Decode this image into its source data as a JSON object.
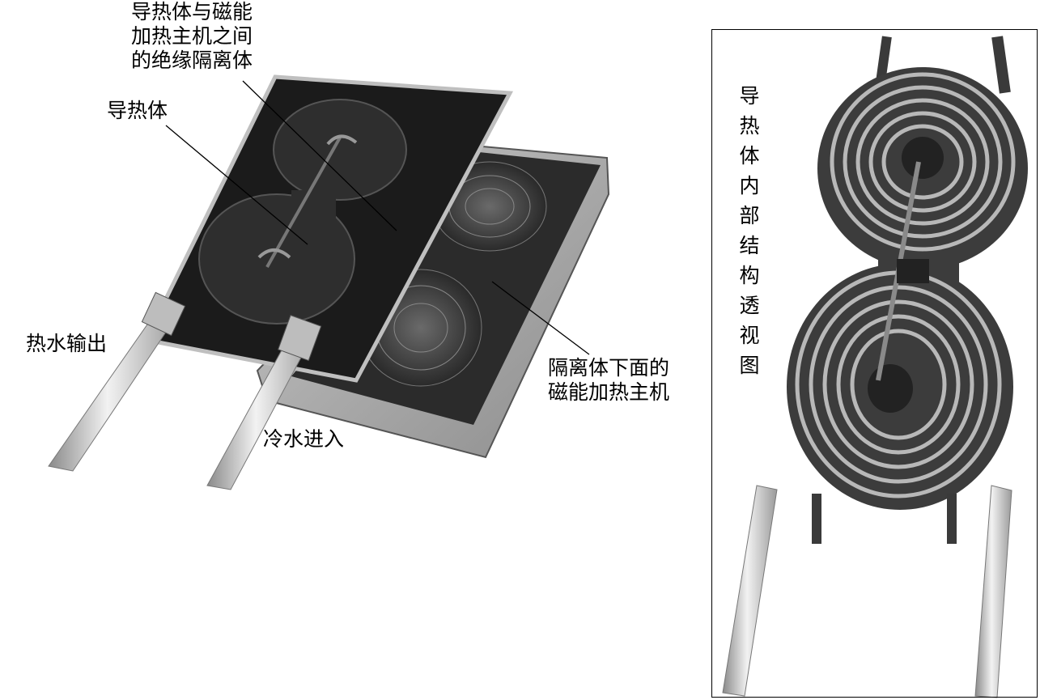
{
  "labels": {
    "insulator_line1": "导热体与磁能",
    "insulator_line2": "加热主机之间",
    "insulator_line3": "的绝缘隔离体",
    "conductor": "导热体",
    "hot_water_out": "热水输出",
    "cold_water_in": "冷水进入",
    "host_line1": "隔离体下面的",
    "host_line2": "磁能加热主机",
    "perspective_view": [
      "导",
      "热",
      "体",
      "内",
      "部",
      "结",
      "构",
      "透",
      "视",
      "图"
    ]
  }
}
